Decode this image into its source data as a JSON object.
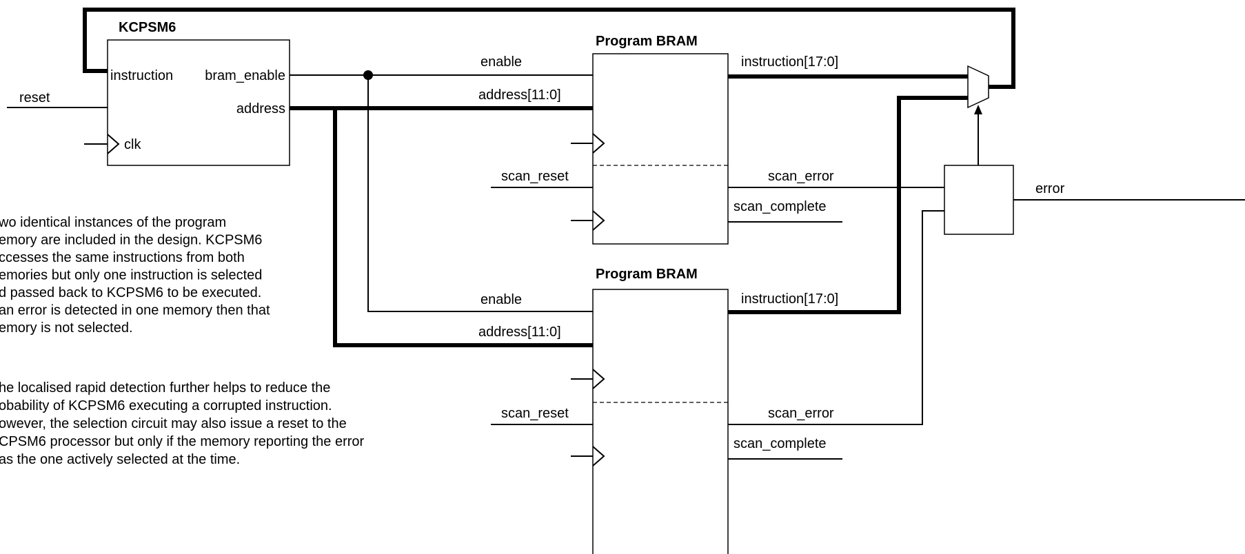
{
  "kcpsm6": {
    "title": "KCPSM6",
    "port_instruction": "instruction",
    "port_bram_enable": "bram_enable",
    "port_address": "address",
    "port_clk": "clk"
  },
  "inputs": {
    "reset": "reset"
  },
  "bram_top": {
    "title": "Program BRAM",
    "enable": "enable",
    "address": "address[11:0]",
    "instruction": "instruction[17:0]",
    "scan_reset": "scan_reset",
    "scan_error": "scan_error",
    "scan_complete": "scan_complete"
  },
  "bram_bottom": {
    "title": "Program BRAM",
    "enable": "enable",
    "address": "address[11:0]",
    "instruction": "instruction[17:0]",
    "scan_reset": "scan_reset",
    "scan_error": "scan_error",
    "scan_complete": "scan_complete"
  },
  "outputs": {
    "error": "error"
  },
  "notes": {
    "p1": [
      "wo identical instances of the program",
      "emory are included in the design. KCPSM6",
      "ccesses the same instructions from both",
      "emories but only one instruction is selected",
      "d passed back to KCPSM6 to be executed.",
      "an error is detected in one memory then that",
      "emory is not selected."
    ],
    "p2": [
      "he localised rapid detection further helps to reduce the",
      "obability of KCPSM6 executing a corrupted instruction.",
      "owever, the selection circuit may also issue a reset to the",
      "CPSM6 processor but only if the memory reporting the error",
      "as the one actively selected at the time."
    ]
  }
}
